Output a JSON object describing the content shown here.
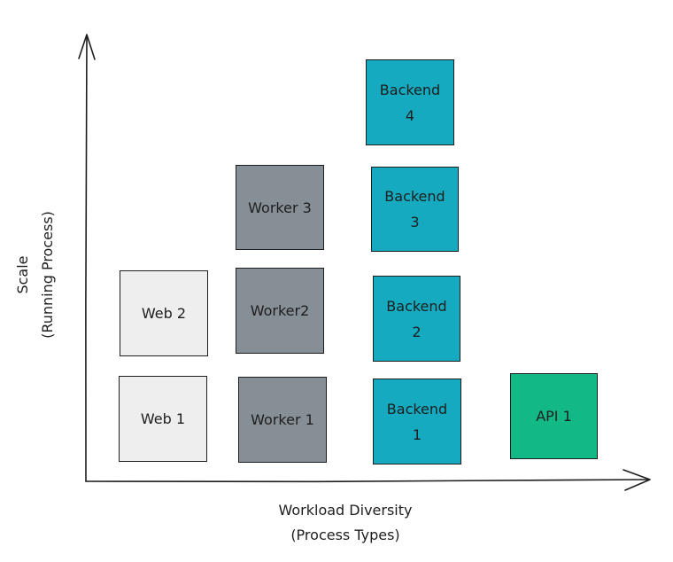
{
  "diagram": {
    "boxes": [
      {
        "id": "web1",
        "lines": [
          "Web 1"
        ],
        "color": "#eeeeee"
      },
      {
        "id": "web2",
        "lines": [
          "Web 2"
        ],
        "color": "#eeeeee"
      },
      {
        "id": "worker1",
        "lines": [
          "Worker 1"
        ],
        "color": "#868e96"
      },
      {
        "id": "worker2",
        "lines": [
          "Worker2"
        ],
        "color": "#868e96"
      },
      {
        "id": "worker3",
        "lines": [
          "Worker 3"
        ],
        "color": "#868e96"
      },
      {
        "id": "backend1",
        "lines": [
          "Backend",
          "1"
        ],
        "color": "#15aabf"
      },
      {
        "id": "backend2",
        "lines": [
          "Backend",
          "2"
        ],
        "color": "#15aabf"
      },
      {
        "id": "backend3",
        "lines": [
          "Backend",
          "3"
        ],
        "color": "#15aabf"
      },
      {
        "id": "backend4",
        "lines": [
          "Backend",
          "4"
        ],
        "color": "#15aabf"
      },
      {
        "id": "api1",
        "lines": [
          "API 1"
        ],
        "color": "#12b886"
      }
    ],
    "x_axis": {
      "line1": "Workload Diversity",
      "line2": "(Process Types)"
    },
    "y_axis": {
      "line1": "Scale",
      "line2": "(Running Process)"
    },
    "stroke_color": "#1e1e1e"
  }
}
